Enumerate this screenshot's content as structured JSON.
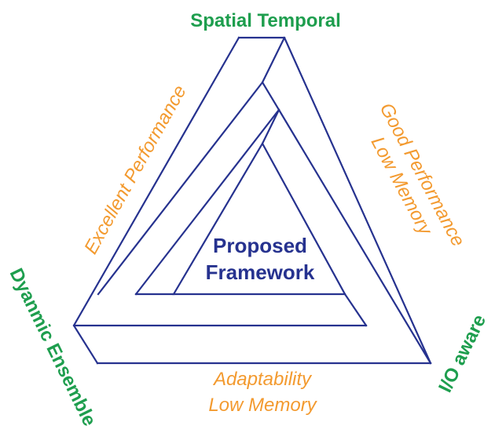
{
  "vertices": {
    "top": "Spatial Temporal",
    "left": "Dyanmic Ensemble",
    "right": "I/O aware"
  },
  "edges": {
    "left": [
      "Excellent Performance"
    ],
    "right": [
      "Good Performance",
      "Low Memory"
    ],
    "bottom": [
      "Adaptability",
      "Low Memory"
    ]
  },
  "center": [
    "Proposed",
    "Framework"
  ],
  "colors": {
    "frame": "#26328f",
    "vertex_text": "#1e9e4e",
    "edge_text": "#f39a2f",
    "center_text": "#26328f"
  }
}
